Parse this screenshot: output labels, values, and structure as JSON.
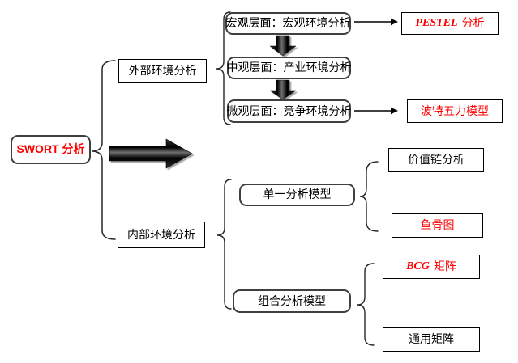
{
  "root": {
    "label": "SWORT 分析"
  },
  "external": {
    "label": "外部环境分析",
    "levels": [
      {
        "label": "宏观层面：宏观环境分析"
      },
      {
        "label": "中观层面：产业环境分析"
      },
      {
        "label": "微观层面：竞争环境分析"
      }
    ],
    "models": {
      "pestel": {
        "en": "PESTEL",
        "zh": "分析"
      },
      "porter": {
        "label": "波特五力模型"
      }
    }
  },
  "internal": {
    "label": "内部环境分析",
    "groups": [
      {
        "label": "单一分析模型"
      },
      {
        "label": "组合分析模型"
      }
    ],
    "single_models": [
      {
        "label": "价值链分析"
      },
      {
        "label": "鱼骨图"
      }
    ],
    "combo_models": [
      {
        "en": "BCG",
        "zh": "矩阵"
      },
      {
        "label": "通用矩阵"
      }
    ]
  },
  "colors": {
    "highlight_red": "#ff0000",
    "text_black": "#000000",
    "rounded_border": "#3f3f3f",
    "rect_border": "#000000",
    "arrow_black": "#0d0d0d",
    "background": "#ffffff"
  }
}
